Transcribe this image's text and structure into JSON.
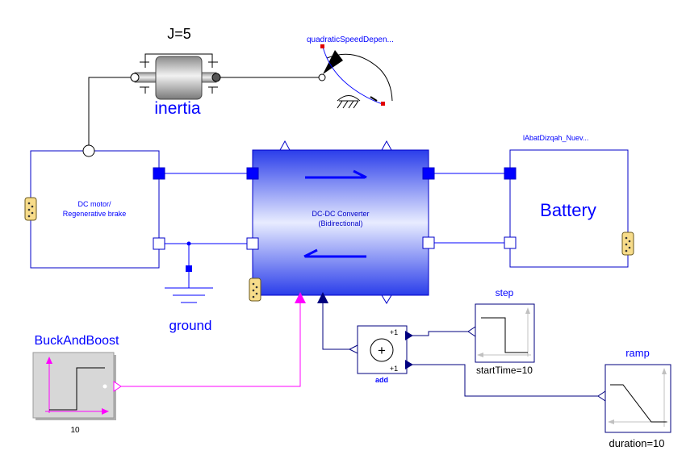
{
  "diagram": {
    "inertia": {
      "param": "J=5",
      "name": "inertia"
    },
    "speed_load": {
      "name": "quadraticSpeedDepen..."
    },
    "motor": {
      "line1": "DC motor/",
      "line2": "Regenerative brake"
    },
    "converter": {
      "line1": "DC-DC Converter",
      "line2": "(Bidirectional)"
    },
    "battery": {
      "name": "lAbatDizqah_Nuev...",
      "label": "Battery"
    },
    "ground": {
      "name": "ground"
    },
    "buck_boost": {
      "name": "BuckAndBoost",
      "value": "10"
    },
    "adder": {
      "name": "add",
      "k1": "+1",
      "k2": "+1",
      "symbol": "+"
    },
    "step": {
      "name": "step",
      "param": "startTime=10"
    },
    "ramp": {
      "name": "ramp",
      "param": "duration=10"
    }
  },
  "colors": {
    "modelica_blue": "#0000ff",
    "connector_blue": "#0000c8",
    "mechanical_line": "#000000",
    "signal_navy": "#00007f",
    "boolean_magenta": "#ff00ff"
  }
}
